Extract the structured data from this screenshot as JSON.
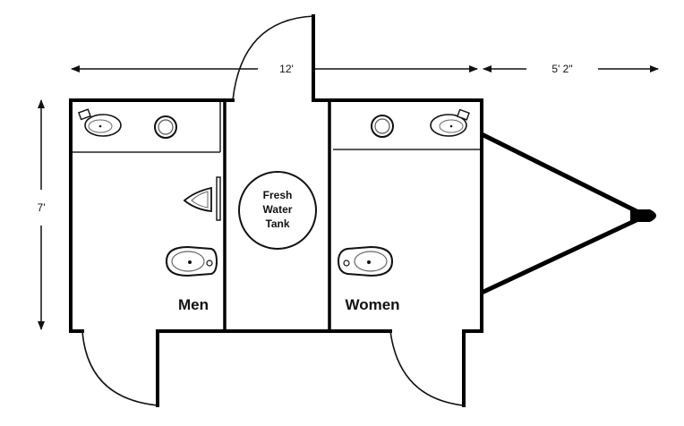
{
  "dimensions": {
    "length": "12'",
    "tongue": "5' 2\"",
    "width": "7'"
  },
  "rooms": {
    "men": "Men",
    "women": "Women"
  },
  "tank": {
    "line1": "Fresh",
    "line2": "Water",
    "line3": "Tank"
  }
}
